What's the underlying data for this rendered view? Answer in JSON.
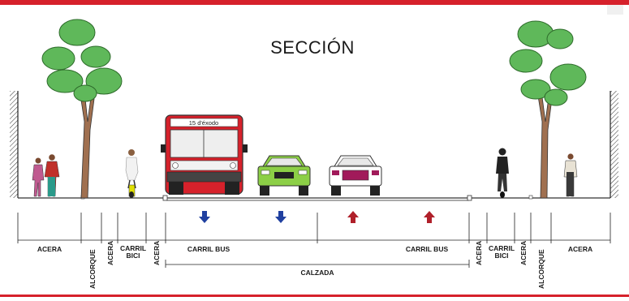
{
  "title": "SECCIÓN",
  "colors": {
    "frame": "#d6212b",
    "bus_red": "#d6212b",
    "car_green": "#8ccf46",
    "car_magenta": "#a11a5a",
    "arrow_down": "#2040a0",
    "arrow_up": "#b0202a",
    "tree_green": "#5fb85a",
    "trunk": "#a07050"
  },
  "bus_sign": "15 d'éxodo",
  "labels": {
    "acera_left": "ACERA",
    "alcorque_left": "ALCORQUE",
    "acera_v_left1": "ACERA",
    "carril_bici_left": [
      "CARRIL",
      "BICI"
    ],
    "acera_v_left2": "ACERA",
    "carril_bus_left": "CARRIL BUS",
    "carril_bus_right": "CARRIL BUS",
    "calzada": "CALZADA",
    "acera_v_right1": "ACERA",
    "carril_bici_right": [
      "CARRIL",
      "BICI"
    ],
    "acera_v_right2": "ACERA",
    "alcorque_right": "ALCORQUE",
    "acera_right": "ACERA"
  },
  "traffic_arrows": [
    {
      "direction": "down",
      "color": "#2040a0"
    },
    {
      "direction": "down",
      "color": "#2040a0"
    },
    {
      "direction": "up",
      "color": "#b0202a"
    },
    {
      "direction": "up",
      "color": "#b0202a"
    }
  ],
  "icons": [
    "building-wall-icon",
    "tree-icon",
    "pedestrian-icon",
    "cyclist-icon",
    "bus-icon",
    "car-icon",
    "arrow-down-icon",
    "arrow-up-icon"
  ]
}
